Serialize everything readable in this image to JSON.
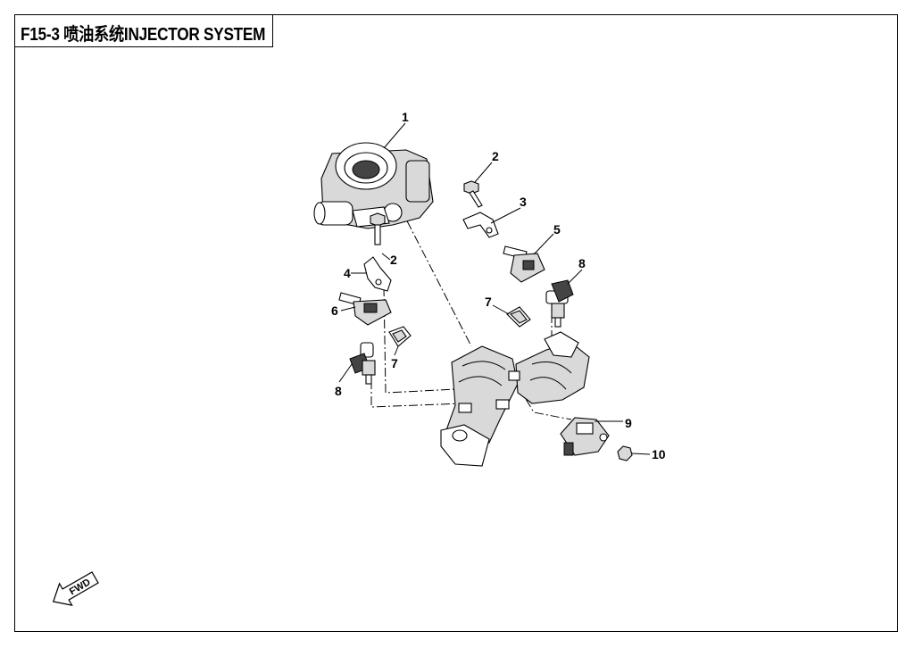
{
  "title": "F15-3 喷油系统INJECTOR SYSTEM",
  "fwd_label": "FWD",
  "callouts": {
    "c1": "1",
    "c2a": "2",
    "c2b": "2",
    "c3": "3",
    "c4": "4",
    "c5": "5",
    "c6": "6",
    "c7a": "7",
    "c7b": "7",
    "c8a": "8",
    "c8b": "8",
    "c9": "9",
    "c10": "10"
  }
}
